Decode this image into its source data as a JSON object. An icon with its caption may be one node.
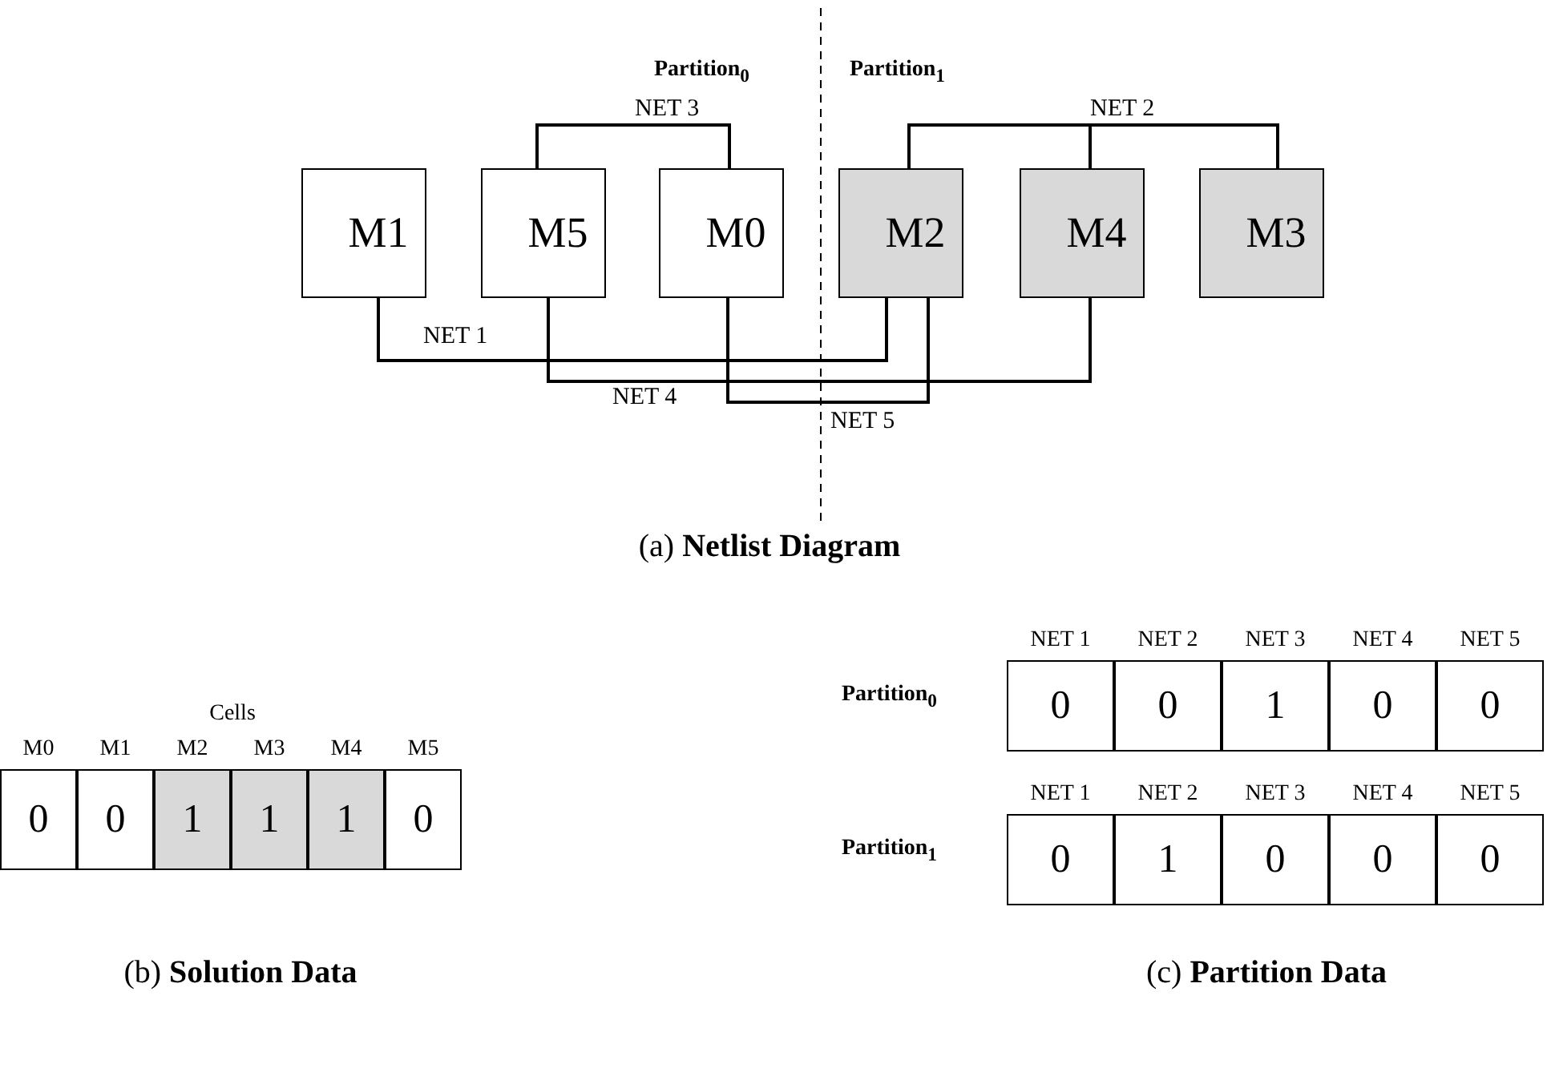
{
  "diagram": {
    "nodes": [
      {
        "text": [
          "M1"
        ]
      },
      {
        "text": [
          "M5"
        ]
      },
      {
        "text": [
          "M0"
        ]
      },
      {
        "text": [
          "M2"
        ]
      },
      {
        "text": [
          "M4"
        ]
      },
      {
        "text": [
          "M3"
        ]
      }
    ],
    "edges": [
      {
        "from": 1,
        "to": 2,
        "arrow": "none",
        "label": "NET 3"
      },
      {
        "from": 3,
        "to": 4,
        "arrow": "none",
        "label": "NET 2"
      },
      {
        "from": 4,
        "to": 5,
        "arrow": "none"
      },
      {
        "from": 0,
        "to": 3,
        "arrow": "none",
        "label": "NET 1"
      },
      {
        "from": 1,
        "to": 4,
        "arrow": "none",
        "label": "NET 4"
      },
      {
        "from": 2,
        "to": 3,
        "arrow": "none",
        "label": "NET 5"
      }
    ],
    "labels": [
      "Partition$_{0}$",
      "Partition$_{1}$",
      "(a)  **Netlist Diagram**",
      "Cells",
      "M0",
      "M1",
      "M2",
      "M3",
      "M4",
      "M5",
      "0",
      "0",
      "1",
      "1",
      "1",
      "0",
      "(b)  **Solution Data**",
      "NET 1",
      "NET 2",
      "NET 3",
      "NET 4",
      "NET 5",
      "Partition$_{0}$",
      "0",
      "0",
      "1",
      "0",
      "0",
      "NET 1",
      "NET 2",
      "NET 3",
      "NET 4",
      "NET 5",
      "Partition$_{1}$",
      "0",
      "1",
      "0",
      "0",
      "0",
      "(c)  **Partition Data**"
    ]
  }
}
